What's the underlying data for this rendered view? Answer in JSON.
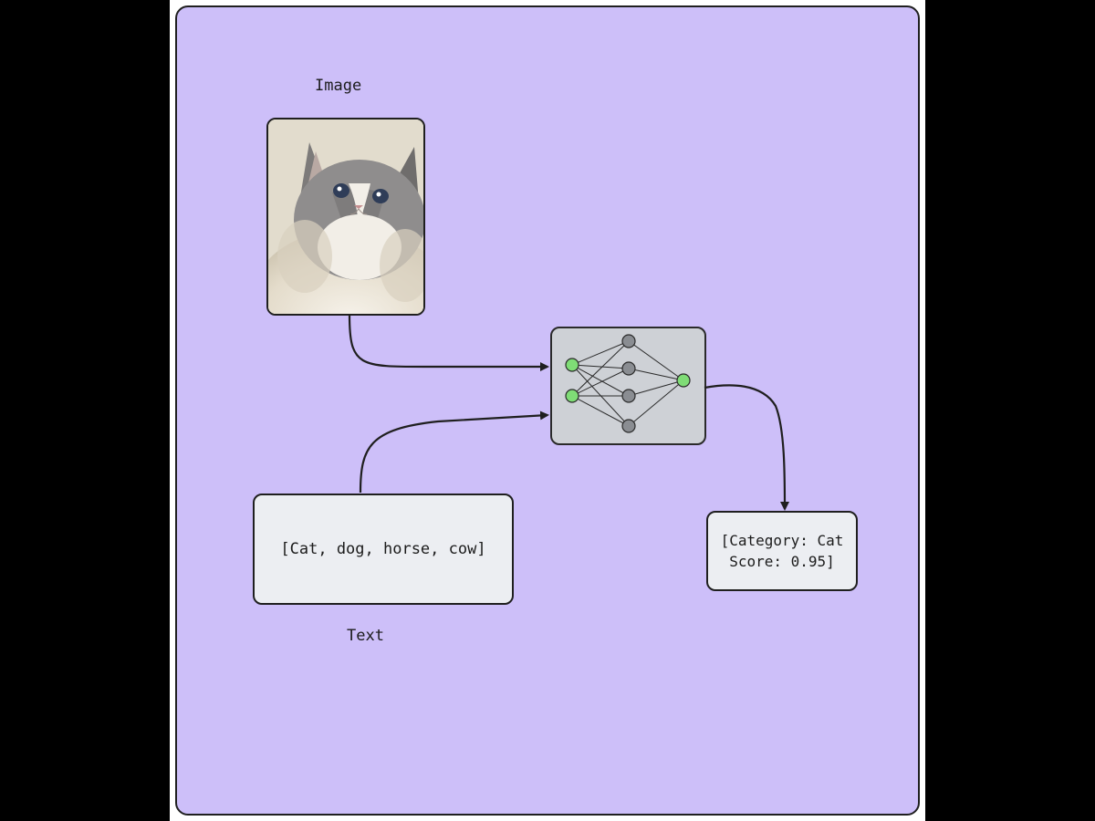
{
  "labels": {
    "image": "Image",
    "text": "Text"
  },
  "text_input": "[Cat, dog, horse, cow]",
  "output": {
    "line1": "[Category: Cat",
    "line2": "Score: 0.95]"
  },
  "colors": {
    "background": "#cdbff9",
    "box_fill": "#eceef2",
    "model_fill": "#ced1d6",
    "input_node": "#7fdc76",
    "hidden_node": "#8a8d92",
    "stroke": "#1f1f1f"
  },
  "icons": {
    "model": "neural-network-icon",
    "photo": "cat-photo"
  }
}
